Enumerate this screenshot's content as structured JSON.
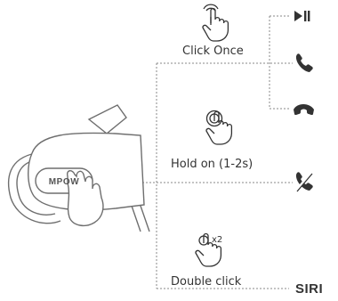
{
  "device": {
    "brand_logo_text": "MPOW"
  },
  "actions": [
    {
      "label": "Click Once"
    },
    {
      "label": "Hold on (1-2s)"
    },
    {
      "label": "Double click",
      "badge": "x2"
    }
  ],
  "results": [
    {
      "icon": "play-pause-icon"
    },
    {
      "icon": "phone-answer-icon"
    },
    {
      "icon": "phone-hangup-icon"
    },
    {
      "icon": "phone-reject-icon"
    },
    {
      "text": "SIRI"
    }
  ],
  "colors": {
    "ink": "#333333",
    "line": "#888888",
    "device_stroke": "#6e6e6e"
  }
}
